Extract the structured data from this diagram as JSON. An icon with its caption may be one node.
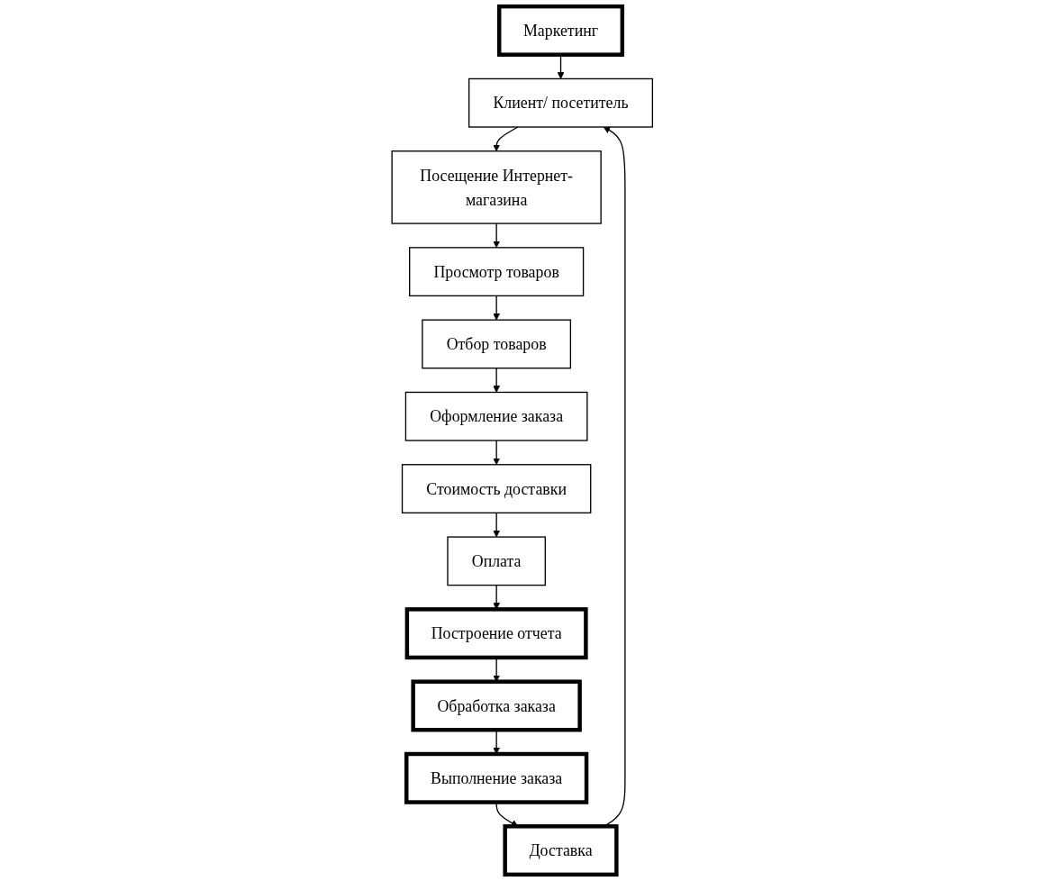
{
  "diagram": {
    "nodes": [
      {
        "text": [
          "Маркетинг"
        ]
      },
      {
        "text": [
          "Клиент/ посетитель"
        ]
      },
      {
        "text": [
          "Посещение Интернет-магазина"
        ]
      },
      {
        "text": [
          "Просмотр товаров"
        ]
      },
      {
        "text": [
          "Отбор товаров"
        ]
      },
      {
        "text": [
          "Оформление заказа"
        ]
      },
      {
        "text": [
          "Стоимость доставки"
        ]
      },
      {
        "text": [
          "Оплата"
        ]
      },
      {
        "text": [
          "Построение отчета"
        ]
      },
      {
        "text": [
          "Обработка заказа"
        ]
      },
      {
        "text": [
          "Выполнение заказа"
        ]
      },
      {
        "text": [
          "Доставка"
        ]
      }
    ],
    "edges": [
      {
        "from": 0,
        "to": 1,
        "arrow": "to"
      },
      {
        "from": 1,
        "to": 2,
        "arrow": "to"
      },
      {
        "from": 2,
        "to": 3,
        "arrow": "to"
      },
      {
        "from": 3,
        "to": 4,
        "arrow": "to"
      },
      {
        "from": 4,
        "to": 5,
        "arrow": "to"
      },
      {
        "from": 5,
        "to": 6,
        "arrow": "to"
      },
      {
        "from": 6,
        "to": 7,
        "arrow": "to"
      },
      {
        "from": 7,
        "to": 8,
        "arrow": "to"
      },
      {
        "from": 8,
        "to": 9,
        "arrow": "to"
      },
      {
        "from": 9,
        "to": 10,
        "arrow": "to"
      },
      {
        "from": 10,
        "to": 11,
        "arrow": "to"
      },
      {
        "from": 11,
        "to": 1,
        "arrow": "to"
      }
    ]
  }
}
